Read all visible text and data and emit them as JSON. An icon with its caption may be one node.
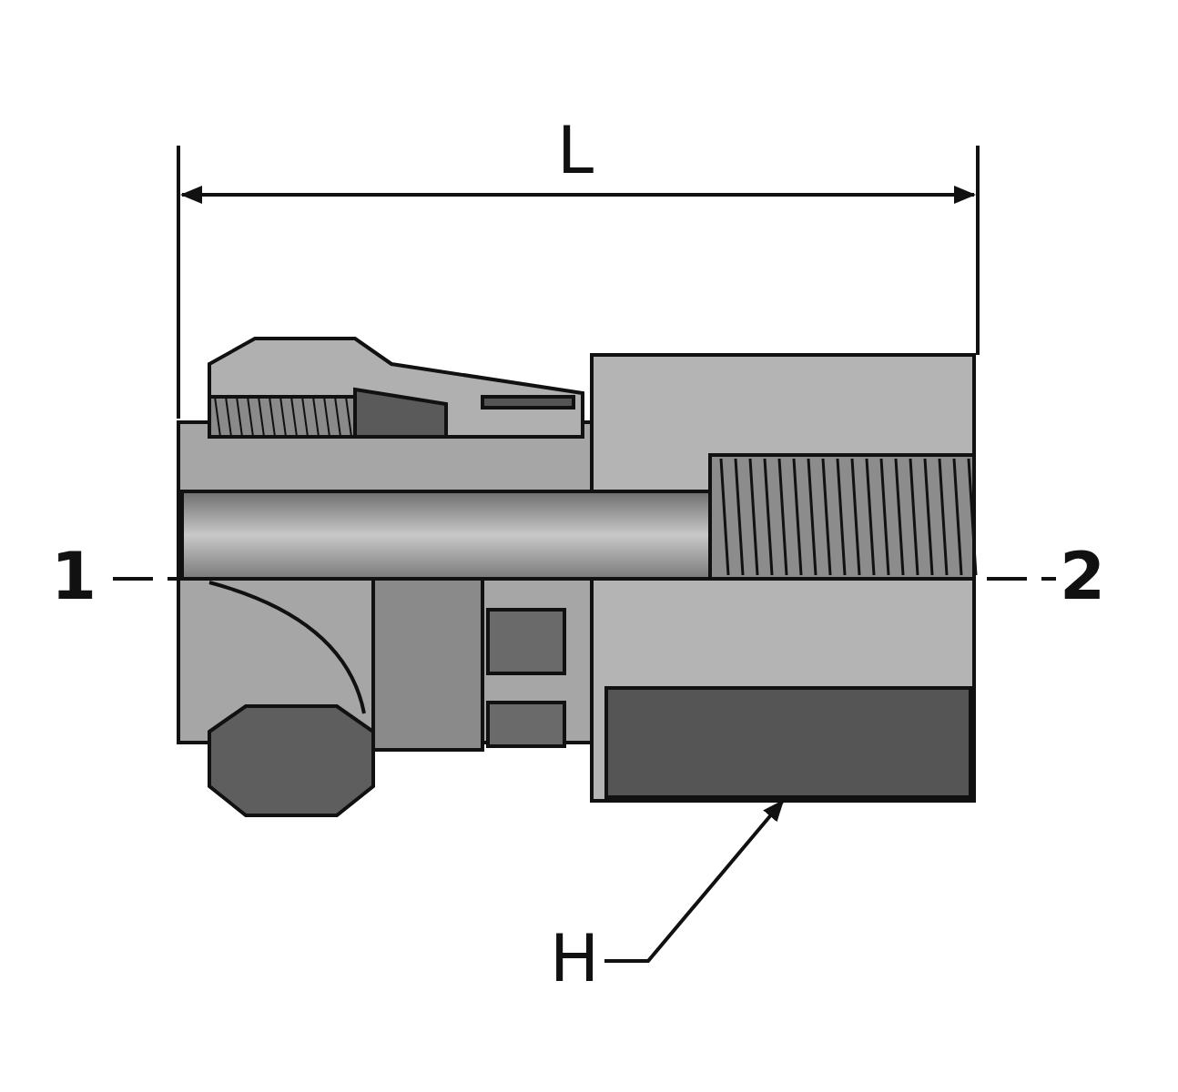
{
  "diagram": {
    "nodes": [
      {
        "text": [
          "H"
        ]
      },
      {
        "text": [],
        "shape": "box"
      }
    ],
    "edges": [
      {
        "from": 0,
        "to": 1,
        "arrow": "to"
      }
    ],
    "labels": [
      "L",
      "1",
      "2"
    ]
  }
}
